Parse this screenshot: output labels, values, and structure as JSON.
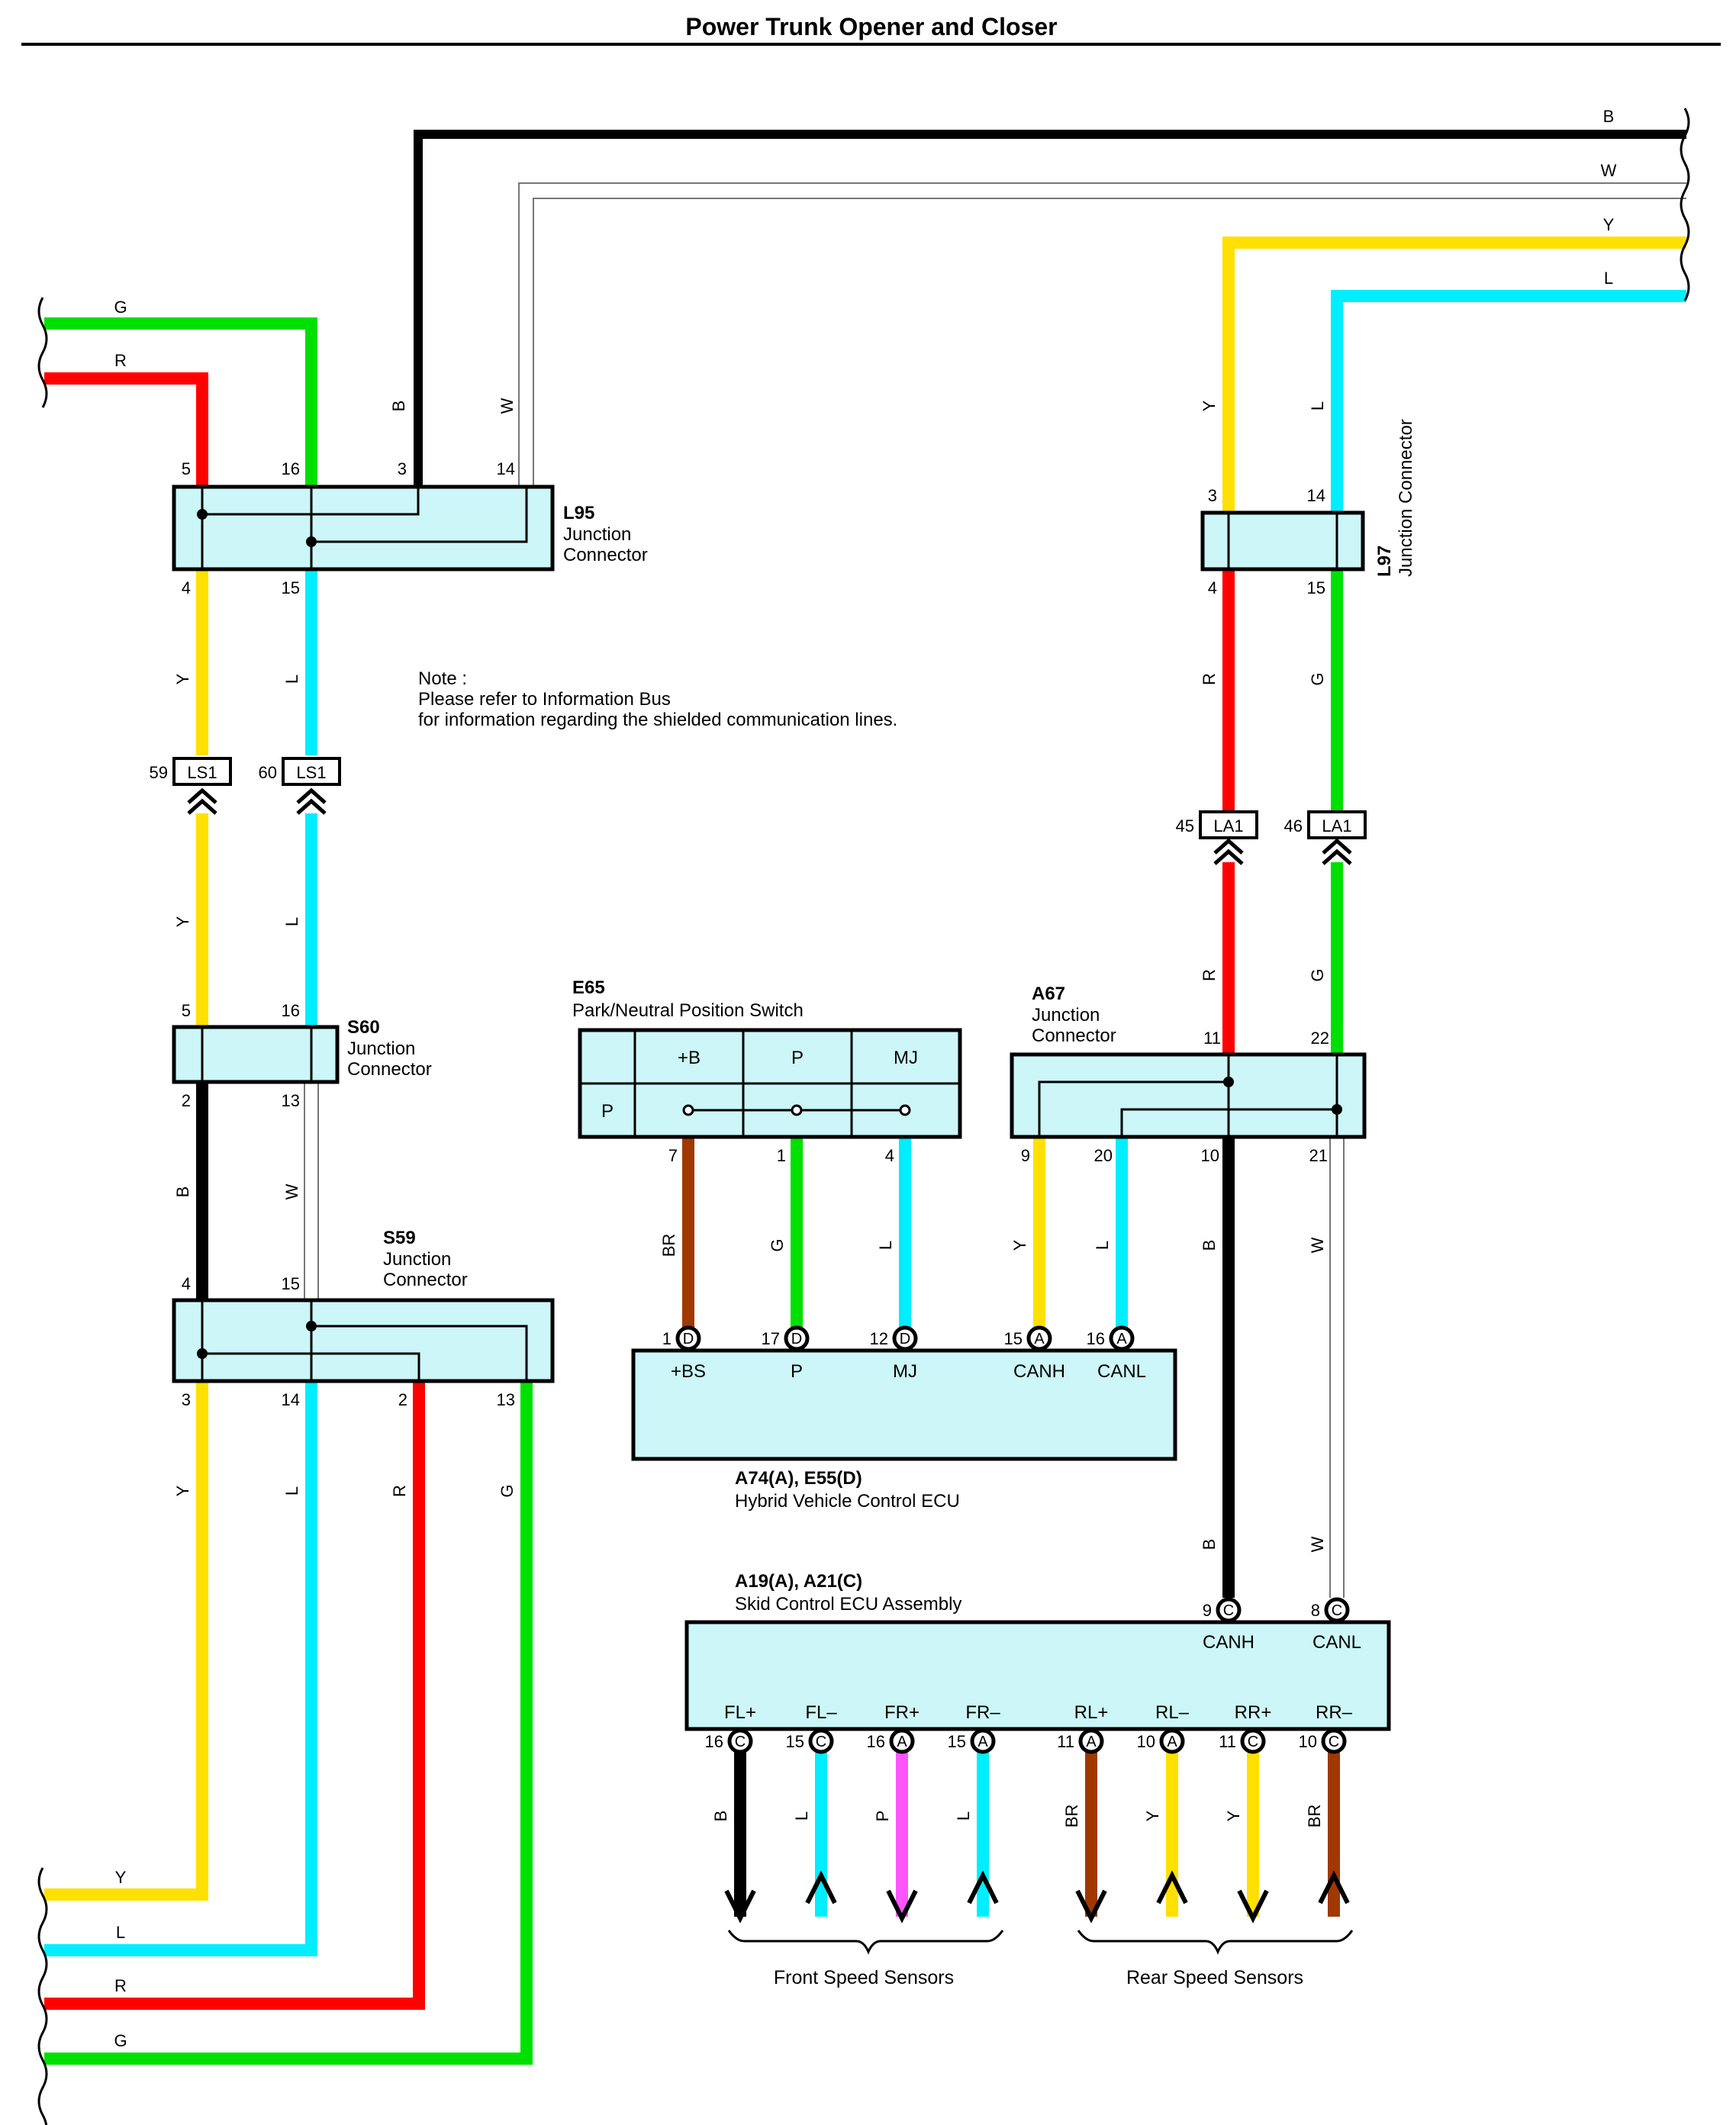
{
  "title": "Power Trunk Opener and Closer",
  "colors": {
    "B": "#000000",
    "W": "#ffffff",
    "Y": "#ffe000",
    "L": "#00eeff",
    "G": "#00e000",
    "R": "#ff0000",
    "BR": "#a03800",
    "P": "#ff55ff",
    "box_fill": "#ccf6f8"
  },
  "note": {
    "line1": "Note :",
    "line2": "Please refer to Information Bus",
    "line3": "for information regarding the shielded communication lines."
  },
  "right_edge_wires": {
    "b": "B",
    "w": "W",
    "y": "Y",
    "l": "L"
  },
  "left_top_wires": {
    "g": "G",
    "r": "R"
  },
  "left_bottom_wires": {
    "y": "Y",
    "l": "L",
    "r": "R",
    "g": "G"
  },
  "connectors": {
    "l95": {
      "code": "L95",
      "name1": "Junction",
      "name2": "Connector",
      "pins": {
        "p5": "5",
        "p16": "16",
        "p3": "3",
        "p14": "14",
        "p4": "4",
        "p15": "15"
      },
      "wires": {
        "b": "B",
        "w": "W",
        "y": "Y",
        "l": "L"
      }
    },
    "l97": {
      "code": "L97",
      "name": "Junction Connector",
      "pins": {
        "p3": "3",
        "p14": "14",
        "p4": "4",
        "p15": "15"
      },
      "wires": {
        "y": "Y",
        "l": "L",
        "r": "R",
        "g": "G"
      }
    },
    "ls1": {
      "label": "LS1",
      "pin_y": "59",
      "pin_l": "60",
      "wires": {
        "y": "Y",
        "l": "L"
      }
    },
    "la1": {
      "label": "LA1",
      "pin_r": "45",
      "pin_g": "46",
      "wires": {
        "r": "R",
        "g": "G"
      }
    },
    "s60": {
      "code": "S60",
      "name1": "Junction",
      "name2": "Connector",
      "pins": {
        "p5": "5",
        "p16": "16",
        "p2": "2",
        "p13": "13"
      },
      "wires": {
        "b": "B",
        "w": "W"
      }
    },
    "s59": {
      "code": "S59",
      "name1": "Junction",
      "name2": "Connector",
      "pins": {
        "p4": "4",
        "p15": "15",
        "p3": "3",
        "p14": "14",
        "p2": "2",
        "p13": "13"
      },
      "wires": {
        "y": "Y",
        "l": "L",
        "r": "R",
        "g": "G"
      }
    },
    "e65": {
      "code": "E65",
      "name": "Park/Neutral Position Switch",
      "cols": {
        "c1": "+B",
        "c2": "P",
        "c3": "MJ"
      },
      "row": "P",
      "pins": {
        "p7": "7",
        "p1": "1",
        "p4": "4"
      },
      "wires": {
        "br": "BR",
        "g": "G",
        "l": "L"
      }
    },
    "a67": {
      "code": "A67",
      "name1": "Junction",
      "name2": "Connector",
      "pins": {
        "p11": "11",
        "p22": "22",
        "p9": "9",
        "p20": "20",
        "p10": "10",
        "p21": "21"
      },
      "wires": {
        "r": "R",
        "g": "G",
        "y": "Y",
        "l": "L",
        "b": "B",
        "w": "W"
      }
    },
    "hv_ecu": {
      "code": "A74(A), E55(D)",
      "name": "Hybrid Vehicle Control ECU",
      "terminals": [
        {
          "pin": "1",
          "conn": "D",
          "label": "+BS"
        },
        {
          "pin": "17",
          "conn": "D",
          "label": "P"
        },
        {
          "pin": "12",
          "conn": "D",
          "label": "MJ"
        },
        {
          "pin": "15",
          "conn": "A",
          "label": "CANH"
        },
        {
          "pin": "16",
          "conn": "A",
          "label": "CANL"
        }
      ]
    },
    "skid_ecu": {
      "code": "A19(A), A21(C)",
      "name": "Skid Control ECU Assembly",
      "top_terminals": [
        {
          "pin": "9",
          "conn": "C",
          "label": "CANH"
        },
        {
          "pin": "8",
          "conn": "C",
          "label": "CANL"
        }
      ],
      "top_wires": {
        "b": "B",
        "w": "W"
      },
      "bottom_terminals": [
        {
          "pin": "16",
          "conn": "C",
          "label": "FL+",
          "wire": "B"
        },
        {
          "pin": "15",
          "conn": "C",
          "label": "FL–",
          "wire": "L"
        },
        {
          "pin": "16",
          "conn": "A",
          "label": "FR+",
          "wire": "P"
        },
        {
          "pin": "15",
          "conn": "A",
          "label": "FR–",
          "wire": "L"
        },
        {
          "pin": "11",
          "conn": "A",
          "label": "RL+",
          "wire": "BR"
        },
        {
          "pin": "10",
          "conn": "A",
          "label": "RL–",
          "wire": "Y"
        },
        {
          "pin": "11",
          "conn": "C",
          "label": "RR+",
          "wire": "Y"
        },
        {
          "pin": "10",
          "conn": "C",
          "label": "RR–",
          "wire": "BR"
        }
      ]
    }
  },
  "sensors": {
    "front": "Front Speed Sensors",
    "rear": "Rear Speed Sensors"
  }
}
